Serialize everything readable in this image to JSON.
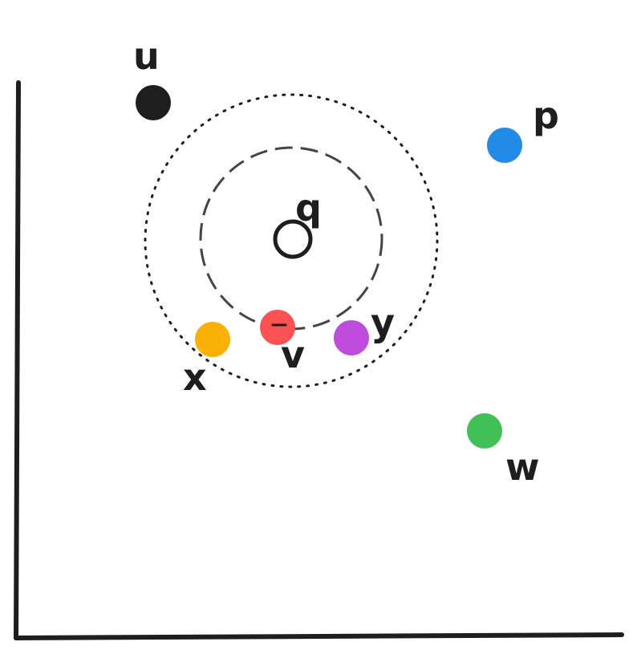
{
  "diagram": {
    "query": {
      "label": "q"
    },
    "points": [
      {
        "id": "u",
        "label": "u",
        "color": "#1e1e1e"
      },
      {
        "id": "p",
        "label": "p",
        "color": "#228be6"
      },
      {
        "id": "x",
        "label": "x",
        "color": "#fab005"
      },
      {
        "id": "v",
        "label": "v",
        "color": "#fa5252"
      },
      {
        "id": "y",
        "label": "y",
        "color": "#be4bdb"
      },
      {
        "id": "w",
        "label": "w",
        "color": "#40c057"
      }
    ]
  }
}
